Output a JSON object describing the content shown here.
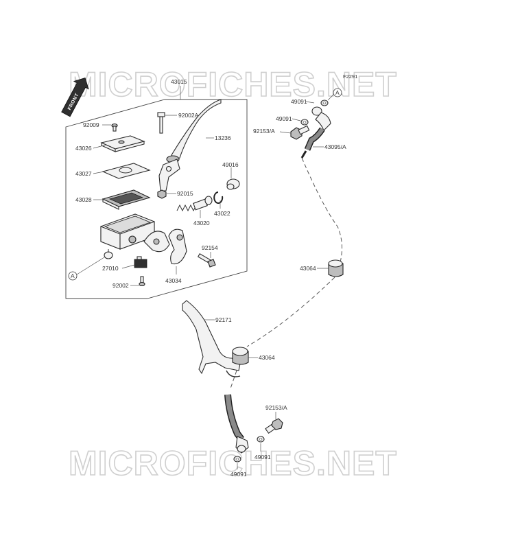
{
  "watermark": "MICROFICHES.NET",
  "diagram_code": "F2291",
  "front_label": "FRONT",
  "ref_mark": "A",
  "parts": {
    "p43015": "43015",
    "p92009": "92009",
    "p92002A": "92002A",
    "p13236": "13236",
    "p43026": "43026",
    "p43027": "43027",
    "p43028": "43028",
    "p49016": "49016",
    "p92015": "92015",
    "p43022": "43022",
    "p43020": "43020",
    "p92154": "92154",
    "p27010": "27010",
    "p43034": "43034",
    "p92002": "92002",
    "p49091_a": "49091",
    "p49091_b": "49091",
    "p92153A_top": "92153/A",
    "p43095A": "43095/A",
    "p43064_top": "43064",
    "p92171": "92171",
    "p43064_bot": "43064",
    "p92153A_bot": "92153/A",
    "p49091_c": "49091",
    "p49091_d": "49091"
  }
}
